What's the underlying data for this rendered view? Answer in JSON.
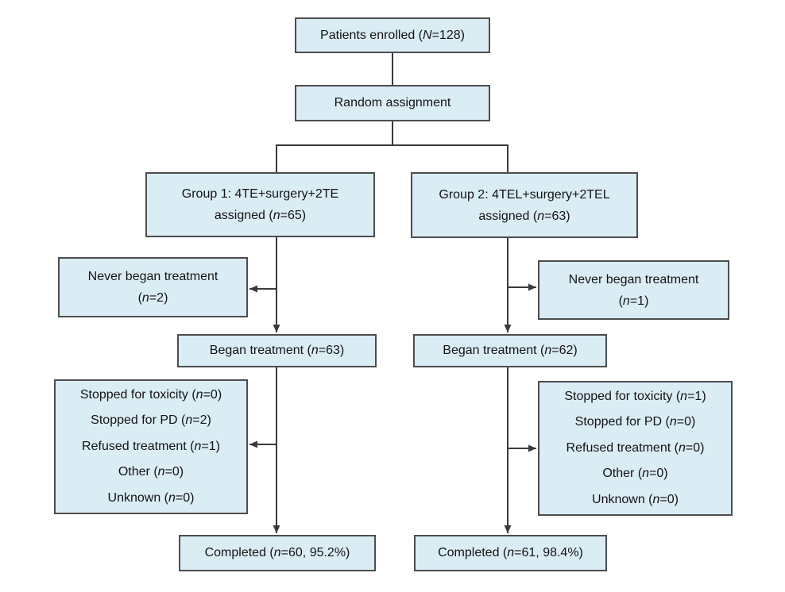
{
  "figure": {
    "kind": "patient-flow-diagram"
  },
  "colors": {
    "box_fill": "#daecf4",
    "box_border": "#4d4d4d",
    "connector": "#3a3a3a",
    "text": "#141414",
    "background": "#ffffff"
  },
  "boxes": {
    "enrolled": {
      "pre": "Patients enrolled (",
      "var": "N",
      "post": "=128)"
    },
    "random": {
      "label": "Random assignment"
    },
    "group1": {
      "line1": "Group 1: 4TE+surgery+2TE",
      "pre": "assigned (",
      "var": "n",
      "post": "=65)"
    },
    "group2": {
      "line1": "Group 2: 4TEL+surgery+2TEL",
      "pre": "assigned (",
      "var": "n",
      "post": "=63)"
    },
    "never1": {
      "line1": "Never began treatment",
      "pre": "(",
      "var": "n",
      "post": "=2)"
    },
    "never2": {
      "line1": "Never began treatment",
      "pre": "(",
      "var": "n",
      "post": "=1)"
    },
    "began1": {
      "pre": "Began treatment (",
      "var": "n",
      "post": "=63)"
    },
    "began2": {
      "pre": "Began treatment (",
      "var": "n",
      "post": "=62)"
    },
    "stopped1": {
      "lines": [
        {
          "pre": "Stopped for toxicity (",
          "var": "n",
          "post": "=0)"
        },
        {
          "pre": "Stopped for PD (",
          "var": "n",
          "post": "=2)"
        },
        {
          "pre": "Refused treatment (",
          "var": "n",
          "post": "=1)"
        },
        {
          "pre": "Other (",
          "var": "n",
          "post": "=0)"
        },
        {
          "pre": "Unknown (",
          "var": "n",
          "post": "=0)"
        }
      ]
    },
    "stopped2": {
      "lines": [
        {
          "pre": "Stopped for toxicity (",
          "var": "n",
          "post": "=1)"
        },
        {
          "pre": "Stopped for PD (",
          "var": "n",
          "post": "=0)"
        },
        {
          "pre": "Refused treatment (",
          "var": "n",
          "post": "=0)"
        },
        {
          "pre": "Other (",
          "var": "n",
          "post": "=0)"
        },
        {
          "pre": "Unknown (",
          "var": "n",
          "post": "=0)"
        }
      ]
    },
    "completed1": {
      "pre": "Completed (",
      "var": "n",
      "post": "=60, 95.2%)"
    },
    "completed2": {
      "pre": "Completed (",
      "var": "n",
      "post": "=61, 98.4%)"
    }
  },
  "flow": [
    {
      "from": "enrolled",
      "to": "random"
    },
    {
      "from": "random",
      "to": "group1"
    },
    {
      "from": "random",
      "to": "group2"
    },
    {
      "from": "group1",
      "to": "never1"
    },
    {
      "from": "group1",
      "to": "began1"
    },
    {
      "from": "group2",
      "to": "never2"
    },
    {
      "from": "group2",
      "to": "began2"
    },
    {
      "from": "began1",
      "to": "stopped1"
    },
    {
      "from": "began1",
      "to": "completed1"
    },
    {
      "from": "began2",
      "to": "stopped2"
    },
    {
      "from": "began2",
      "to": "completed2"
    }
  ]
}
